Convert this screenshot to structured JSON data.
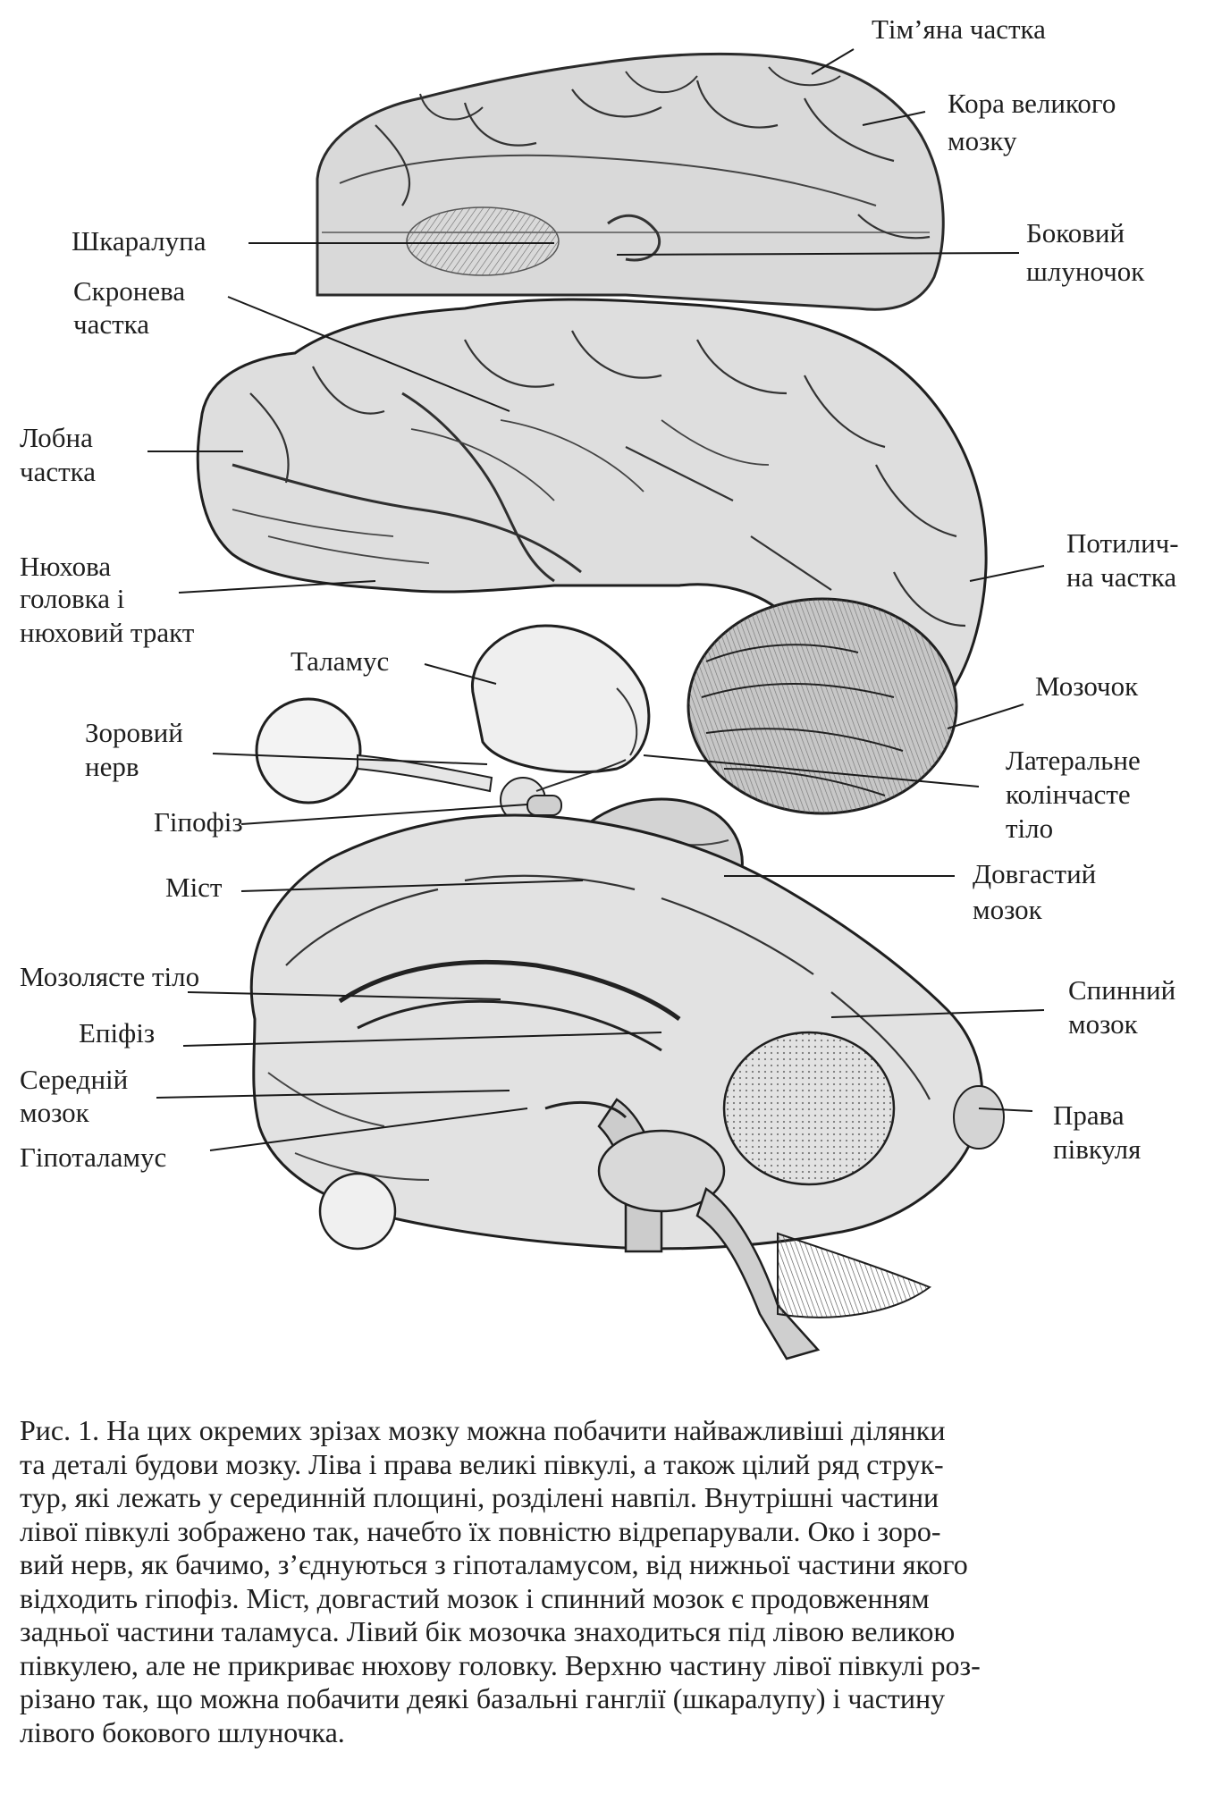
{
  "figure": {
    "labels": {
      "parietal": "Тім’яна частка",
      "cortex_1": "Кора великого",
      "cortex_2": "мозку",
      "putamen": "Шкаралупа",
      "ventricle_1": "Боковий",
      "ventricle_2": "шлуночок",
      "temporal_1": "Скронева",
      "temporal_2": "частка",
      "frontal_1": "Лобна",
      "frontal_2": "частка",
      "olfactory_1": "Нюхова",
      "olfactory_2": "головка і",
      "olfactory_3": "нюховий тракт",
      "occipital_1": "Потилич-",
      "occipital_2": "на частка",
      "thalamus": "Таламус",
      "cerebellum": "Мозочок",
      "optic_1": "Зоровий",
      "optic_2": "нерв",
      "lgn_1": "Латеральне",
      "lgn_2": "колінчасте",
      "lgn_3": "тіло",
      "pituitary": "Гіпофіз",
      "pons": "Міст",
      "medulla_1": "Довгастий",
      "medulla_2": "мозок",
      "corpus_callosum": "Мозолясте тіло",
      "spinal_1": "Спинний",
      "spinal_2": "мозок",
      "epiphysis": "Епіфіз",
      "midbrain_1": "Середній",
      "midbrain_2": "мозок",
      "right_hemi_1": "Права",
      "right_hemi_2": "півкуля",
      "hypothalamus": "Гіпоталамус"
    }
  },
  "caption": {
    "lines": [
      "Рис. 1. На цих окремих зрізах мозку можна побачити найважливіші ділянки",
      "та деталі будови мозку. Ліва і права великі півкулі, а також цілий ряд струк-",
      "тур, які лежать у серединній площині, розділені навпіл. Внутрішні частини",
      "лівої півкулі зображено так, начебто їх повністю відрепарували. Око і зоро-",
      "вий нерв, як бачимо, з’єднуються з гіпоталамусом, від нижньої частини якого",
      "відходить гіпофіз. Міст, довгастий мозок і спинний мозок є продовженням",
      "задньої частини таламуса. Лівий бік мозочка знаходиться під лівою великою",
      "півкулею, але не прикриває нюхову головку. Верхню частину лівої півкулі роз-",
      "різано так, що можна побачити деякі базальні ганглії (шкаралупу) і частину",
      "лівого бокового шлуночка."
    ]
  }
}
